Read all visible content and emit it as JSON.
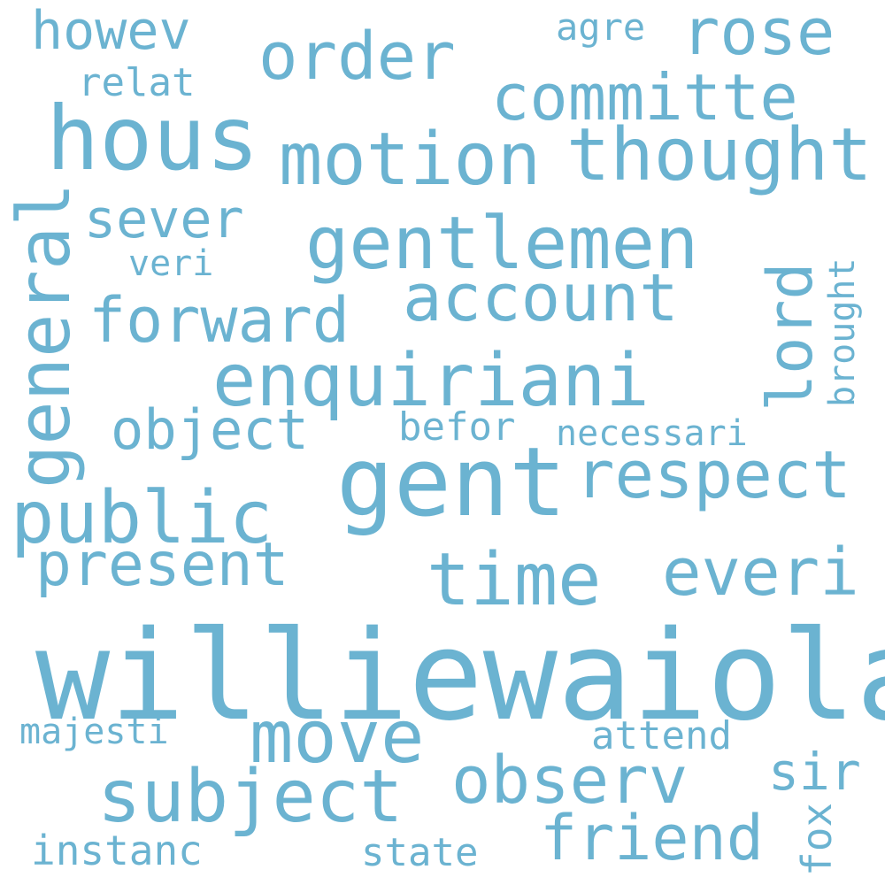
{
  "word_color": "#6bb3d1",
  "background_color": "#ffffff",
  "words": [
    "williewaiola",
    "gent",
    "hous",
    "motion",
    "thought",
    "gentlemen",
    "enquiriani",
    "public",
    "respect",
    "order",
    "committe",
    "rose",
    "account",
    "time",
    "everi",
    "subject",
    "observ",
    "move",
    "friend",
    "forward",
    "object",
    "present",
    "sever",
    "general",
    "lord",
    "howev",
    "agre",
    "relat",
    "veri",
    "befor",
    "necessari",
    "majesti",
    "attend",
    "sir",
    "instanc",
    "state",
    "fox",
    "brought"
  ]
}
